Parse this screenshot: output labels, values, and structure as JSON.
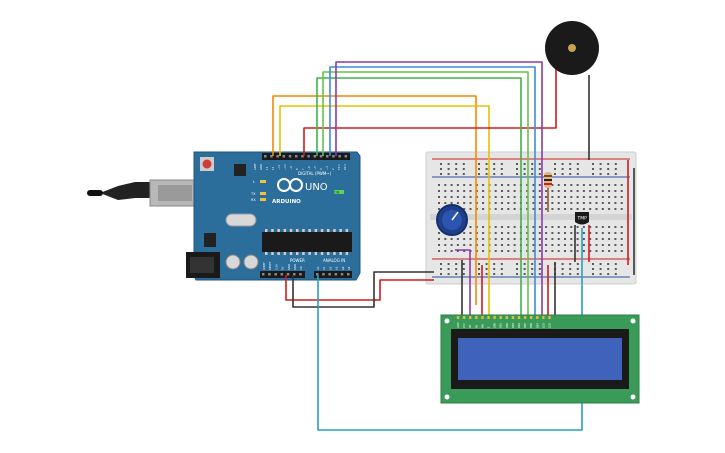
{
  "arduino": {
    "brand": "ARDUINO",
    "model": "UNO",
    "digital_label": "DIGITAL (PWM~)",
    "power_label": "POWER",
    "analog_label": "ANALOG IN",
    "on_label": "ON",
    "led_labels": [
      "L",
      "TX",
      "RX"
    ],
    "top_pin_labels": [
      "AREF",
      "GND",
      "13",
      "12",
      "~11",
      "~10",
      "~9",
      "8",
      "7",
      "~6",
      "~5",
      "4",
      "~3",
      "2",
      "TX 1",
      "RX 0"
    ],
    "power_pin_labels": [
      "IOREF",
      "RESET",
      "3.3V",
      "5V",
      "GND",
      "GND",
      "Vin"
    ],
    "analog_pin_labels": [
      "A0",
      "A1",
      "A2",
      "A3",
      "A4",
      "A5"
    ]
  },
  "sensor": {
    "label": "TMP"
  },
  "lcd": {
    "pin_labels": [
      "GND",
      "VCC",
      "V0",
      "RS",
      "RW",
      "E",
      "DB0",
      "DB1",
      "DB2",
      "DB3",
      "DB4",
      "DB5",
      "DB6",
      "DB7",
      "LED",
      "LED"
    ]
  },
  "colors": {
    "board": "#2b6d9b",
    "breadboard": "#e8e8e8",
    "lcd_pcb": "#3a9a58",
    "lcd_screen": "#3f63ba",
    "wire_red": "#d01c1c",
    "wire_black": "#333333",
    "wire_orange": "#f08a00",
    "wire_yellow": "#e8c000",
    "wire_green": "#3bb54a",
    "wire_blue": "#3a8ed8",
    "wire_teal": "#28a0c0",
    "wire_purple": "#8a3aa8",
    "wire_lightgreen": "#6cc04a"
  }
}
